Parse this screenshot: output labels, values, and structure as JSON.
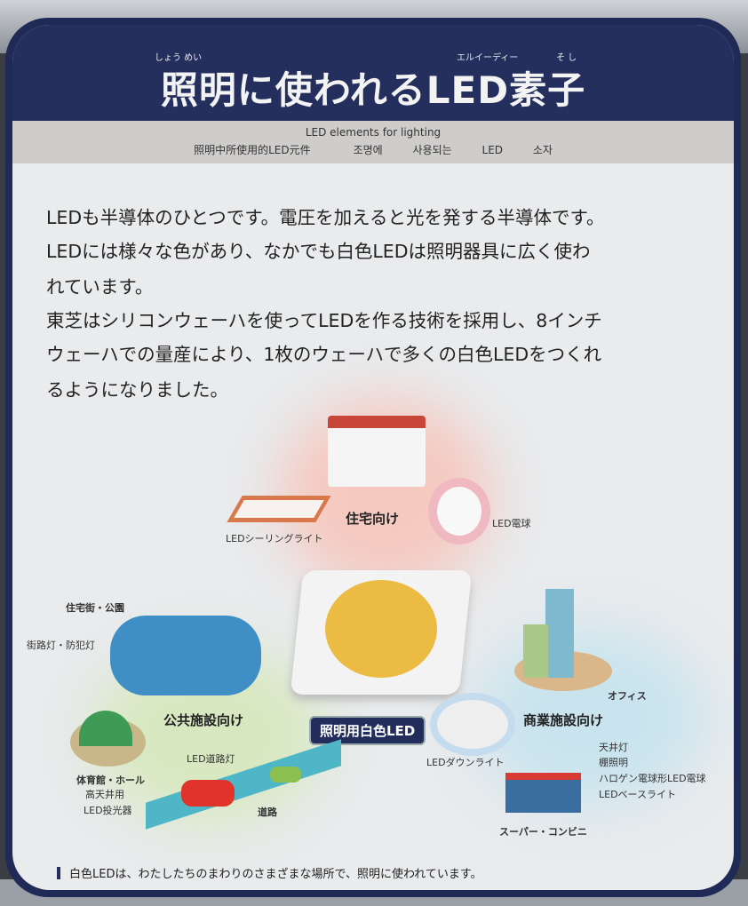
{
  "header": {
    "title": "照明に使われるLED素子",
    "ruby": {
      "shoumei": "しょう めい",
      "led": "エルイーディー",
      "soshi": "そ し"
    }
  },
  "subtitle": {
    "english": "LED elements for lighting",
    "chinese": "照明中所使用的LED元件",
    "korean": "조명에 사용되는 LED 소자"
  },
  "body": {
    "lines": [
      "LEDも半導体のひとつです。電圧を加えると光を発する半導体です。",
      "LEDには様々な色があり、なかでも白色LEDは照明器具に広く使わ",
      "れています。",
      "東芝はシリコンウェーハを使ってLEDを作る技術を採用し、8インチ",
      "ウェーハでの量産により、1枚のウェーハで多くの白色LEDをつくれ",
      "るようになりました。"
    ]
  },
  "diagram": {
    "center": "照明用白色LED",
    "residential": {
      "title": "住宅向け",
      "items": [
        "LEDシーリングライト",
        "LED電球"
      ]
    },
    "public": {
      "title": "公共施設向け",
      "items": [
        "住宅街・公園",
        "街路灯・防犯灯",
        "体育館・ホール",
        "高天井用",
        "LED投光器",
        "LED道路灯",
        "道路"
      ]
    },
    "commercial": {
      "title": "商業施設向け",
      "items": [
        "オフィス",
        "LEDダウンライト",
        "天井灯",
        "棚照明",
        "ハロゲン電球形LED電球",
        "LEDベースライト",
        "スーパー・コンビニ"
      ]
    }
  },
  "footer": "白色LEDは、わたしたちのまわりのさまざまな場所で、照明に使われています。",
  "colors": {
    "navy": "#252f5e",
    "led": "#ecbb44"
  }
}
